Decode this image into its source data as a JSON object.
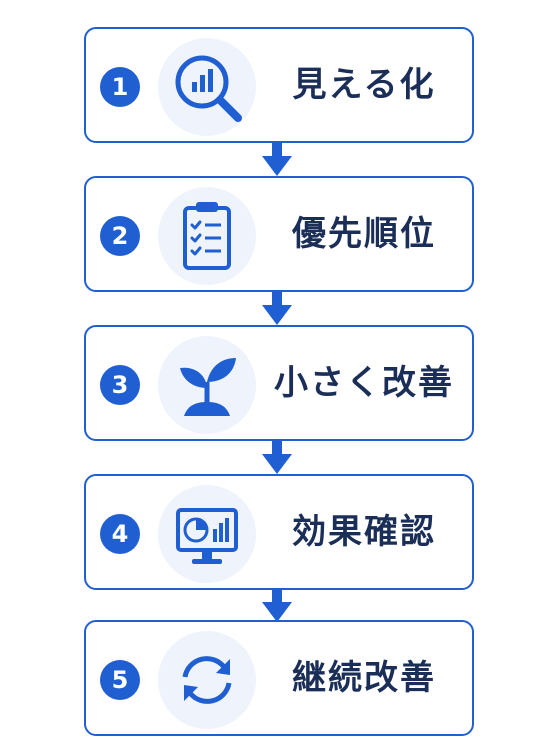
{
  "steps": [
    {
      "number": "1",
      "label": "見える化",
      "icon": "magnifier-chart-icon"
    },
    {
      "number": "2",
      "label": "優先順位",
      "icon": "clipboard-checklist-icon"
    },
    {
      "number": "3",
      "label": "小さく改善",
      "icon": "sprout-icon"
    },
    {
      "number": "4",
      "label": "効果確認",
      "icon": "monitor-chart-icon"
    },
    {
      "number": "5",
      "label": "継続改善",
      "icon": "cycle-arrows-icon"
    }
  ],
  "colors": {
    "accent": "#1f5fd1",
    "text": "#1a2e57",
    "icon_bg": "#eef3fc",
    "background": "#ffffff"
  }
}
